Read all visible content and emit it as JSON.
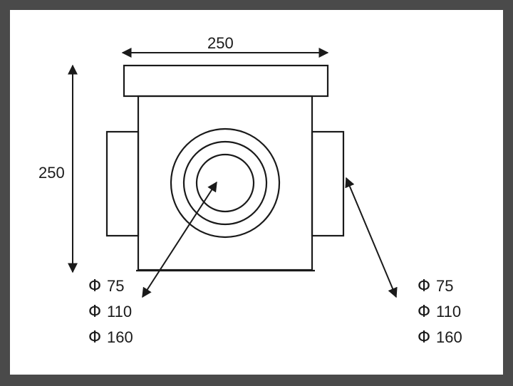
{
  "frame": {
    "border_color": "#4a4a4a",
    "background": "#ffffff",
    "line_color": "#1a1a1a"
  },
  "dimensions": {
    "width_label": "250",
    "height_label": "250"
  },
  "inlet_sizes_left": [
    {
      "symbol": "Φ",
      "value": "75"
    },
    {
      "symbol": "Φ",
      "value": "110"
    },
    {
      "symbol": "Φ",
      "value": "160"
    }
  ],
  "inlet_sizes_right": [
    {
      "symbol": "Φ",
      "value": "75"
    },
    {
      "symbol": "Φ",
      "value": "110"
    },
    {
      "symbol": "Φ",
      "value": "160"
    }
  ]
}
